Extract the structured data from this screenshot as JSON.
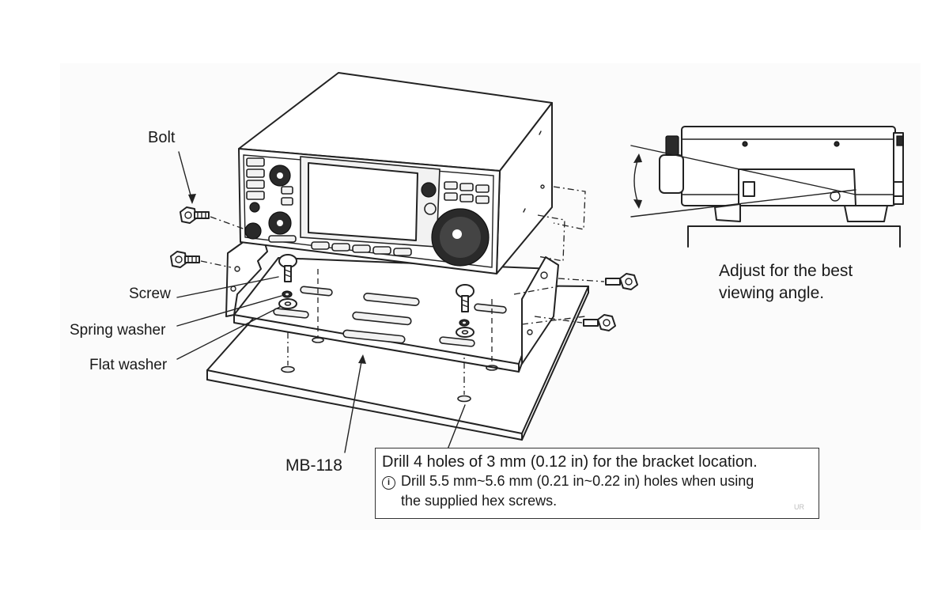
{
  "labels": {
    "bolt": "Bolt",
    "screw": "Screw",
    "spring_washer": "Spring washer",
    "flat_washer": "Flat washer",
    "bracket_model": "MB-118"
  },
  "side_view_note": {
    "line1": "Adjust for the best",
    "line2": "viewing angle."
  },
  "drill_note": {
    "main": "Drill 4 holes of 3 mm (0.12 in) for the bracket location.",
    "info_icon": "info-icon",
    "sub_line1": "Drill 5.5 mm~5.6 mm (0.21 in~0.22 in) holes when using",
    "sub_line2": "the supplied hex screws."
  },
  "corner_mark": "UR"
}
